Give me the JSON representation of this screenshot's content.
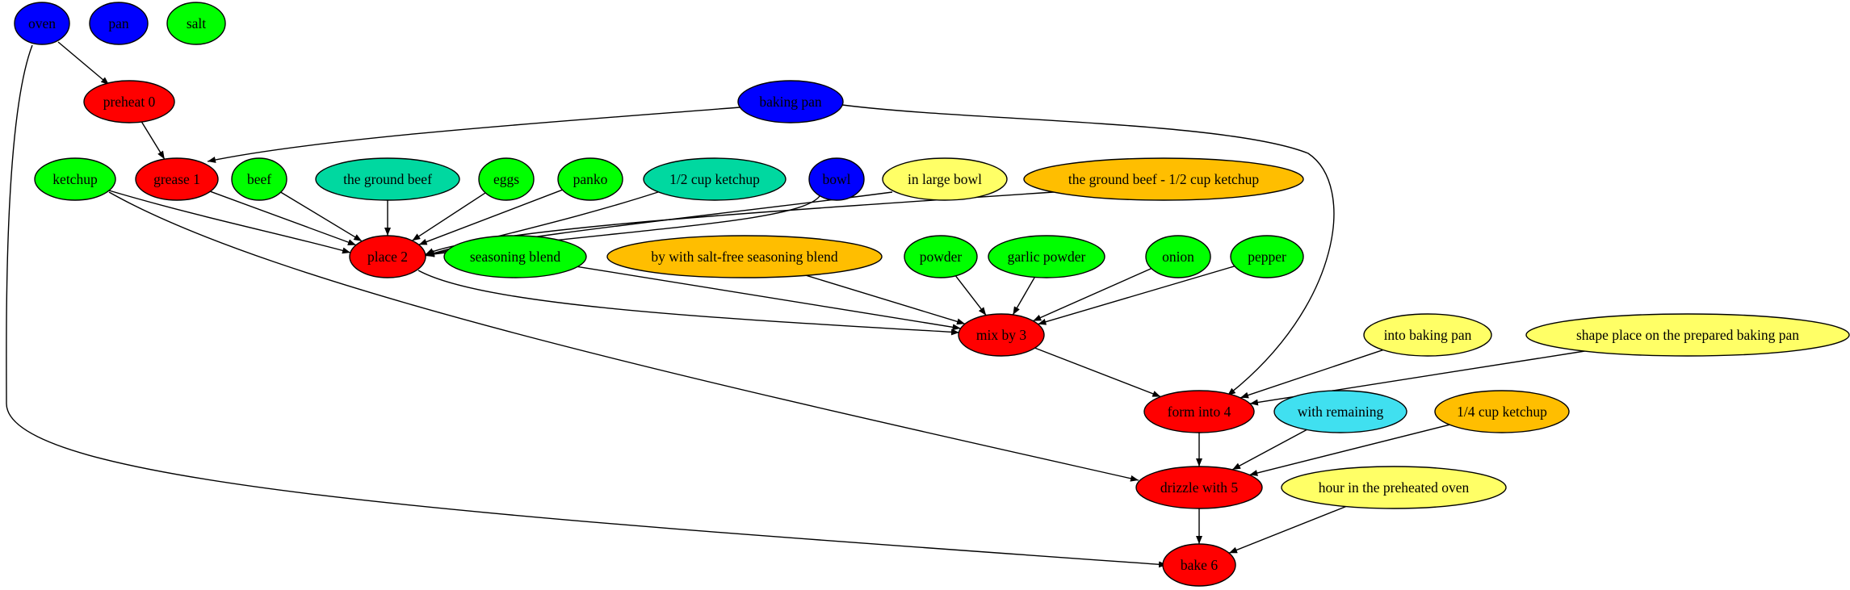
{
  "colors": {
    "tool": "#0000ff",
    "ingredient": "#00ff00",
    "action": "#ff0000",
    "intermediate": "#00d8a0",
    "location": "#ffff66",
    "modifier": "#ffbe00",
    "remaining": "#40e0f0"
  },
  "nodes": [
    {
      "id": "oven",
      "label": "oven",
      "kind": "tool"
    },
    {
      "id": "pan",
      "label": "pan",
      "kind": "tool"
    },
    {
      "id": "salt",
      "label": "salt",
      "kind": "ingredient"
    },
    {
      "id": "preheat0",
      "label": "preheat 0",
      "kind": "action"
    },
    {
      "id": "bakingpan",
      "label": "baking pan",
      "kind": "tool"
    },
    {
      "id": "ketchup",
      "label": "ketchup",
      "kind": "ingredient"
    },
    {
      "id": "grease1",
      "label": "grease 1",
      "kind": "action"
    },
    {
      "id": "beef",
      "label": "beef",
      "kind": "ingredient"
    },
    {
      "id": "groundbeef",
      "label": "the ground beef",
      "kind": "intermediate"
    },
    {
      "id": "eggs",
      "label": "eggs",
      "kind": "ingredient"
    },
    {
      "id": "panko",
      "label": "panko",
      "kind": "ingredient"
    },
    {
      "id": "halfcupketchup",
      "label": "1/2 cup ketchup",
      "kind": "intermediate"
    },
    {
      "id": "bowl",
      "label": "bowl",
      "kind": "tool"
    },
    {
      "id": "inlargebowl",
      "label": "in large bowl",
      "kind": "location"
    },
    {
      "id": "groundbeefketchup",
      "label": "the ground beef - 1/2 cup ketchup",
      "kind": "modifier"
    },
    {
      "id": "place2",
      "label": "place 2",
      "kind": "action"
    },
    {
      "id": "seasoningblend",
      "label": "seasoning blend",
      "kind": "ingredient"
    },
    {
      "id": "saltfree",
      "label": "by with salt-free seasoning blend",
      "kind": "modifier"
    },
    {
      "id": "powder",
      "label": "powder",
      "kind": "ingredient"
    },
    {
      "id": "garlicpowder",
      "label": "garlic powder",
      "kind": "ingredient"
    },
    {
      "id": "onion",
      "label": "onion",
      "kind": "ingredient"
    },
    {
      "id": "pepper",
      "label": "pepper",
      "kind": "ingredient"
    },
    {
      "id": "mixby3",
      "label": "mix by 3",
      "kind": "action"
    },
    {
      "id": "intobakingpan",
      "label": "into baking pan",
      "kind": "location"
    },
    {
      "id": "shapeplace",
      "label": "shape place on the prepared baking pan",
      "kind": "location"
    },
    {
      "id": "forminto4",
      "label": "form into 4",
      "kind": "action"
    },
    {
      "id": "withremaining",
      "label": "with remaining",
      "kind": "remaining"
    },
    {
      "id": "quartercupketchup",
      "label": "1/4 cup ketchup",
      "kind": "modifier"
    },
    {
      "id": "drizzlewith5",
      "label": "drizzle with 5",
      "kind": "action"
    },
    {
      "id": "hourinoven",
      "label": "hour in the preheated oven",
      "kind": "location"
    },
    {
      "id": "bake6",
      "label": "bake 6",
      "kind": "action"
    }
  ],
  "edges": [
    {
      "from": "oven",
      "to": "preheat0"
    },
    {
      "from": "oven",
      "to": "bake6"
    },
    {
      "from": "preheat0",
      "to": "grease1"
    },
    {
      "from": "bakingpan",
      "to": "grease1"
    },
    {
      "from": "bakingpan",
      "to": "forminto4"
    },
    {
      "from": "ketchup",
      "to": "place2"
    },
    {
      "from": "ketchup",
      "to": "drizzlewith5"
    },
    {
      "from": "grease1",
      "to": "place2"
    },
    {
      "from": "beef",
      "to": "place2"
    },
    {
      "from": "groundbeef",
      "to": "place2"
    },
    {
      "from": "eggs",
      "to": "place2"
    },
    {
      "from": "panko",
      "to": "place2"
    },
    {
      "from": "halfcupketchup",
      "to": "place2"
    },
    {
      "from": "bowl",
      "to": "place2"
    },
    {
      "from": "inlargebowl",
      "to": "place2"
    },
    {
      "from": "groundbeefketchup",
      "to": "place2"
    },
    {
      "from": "place2",
      "to": "mixby3"
    },
    {
      "from": "seasoningblend",
      "to": "mixby3"
    },
    {
      "from": "saltfree",
      "to": "mixby3"
    },
    {
      "from": "powder",
      "to": "mixby3"
    },
    {
      "from": "garlicpowder",
      "to": "mixby3"
    },
    {
      "from": "onion",
      "to": "mixby3"
    },
    {
      "from": "pepper",
      "to": "mixby3"
    },
    {
      "from": "mixby3",
      "to": "forminto4"
    },
    {
      "from": "intobakingpan",
      "to": "forminto4"
    },
    {
      "from": "shapeplace",
      "to": "forminto4"
    },
    {
      "from": "forminto4",
      "to": "drizzlewith5"
    },
    {
      "from": "withremaining",
      "to": "drizzlewith5"
    },
    {
      "from": "quartercupketchup",
      "to": "drizzlewith5"
    },
    {
      "from": "drizzlewith5",
      "to": "bake6"
    },
    {
      "from": "hourinoven",
      "to": "bake6"
    }
  ]
}
